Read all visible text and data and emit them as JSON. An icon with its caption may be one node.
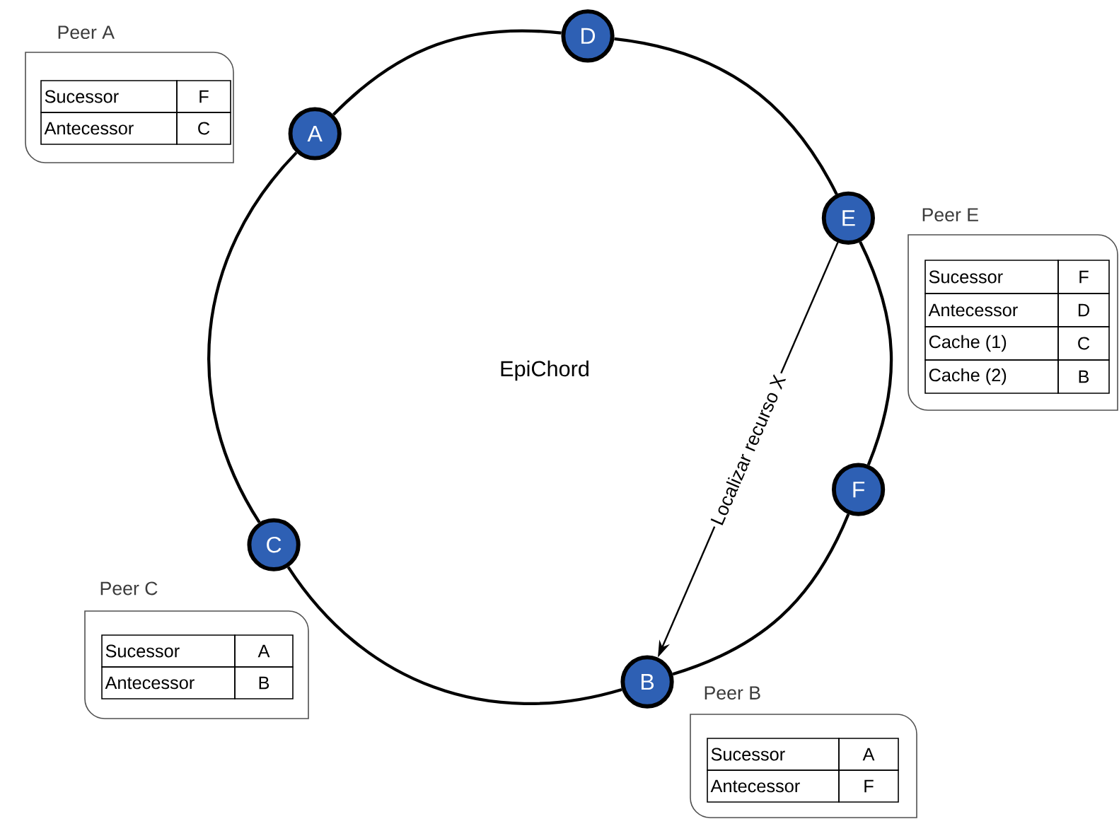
{
  "diagram": {
    "nodes": [
      {
        "text": [
          "Peer A",
          "Sucessor",
          "F",
          "Antecessor",
          "C"
        ]
      },
      {
        "text": [
          "D"
        ]
      },
      {
        "text": [
          "A"
        ]
      },
      {
        "text": [
          "E"
        ]
      },
      {
        "text": [
          "Peer E",
          "Sucessor",
          "F",
          "Antecessor",
          "D",
          "Cache (1)",
          "C",
          "Cache (2)",
          "B"
        ]
      },
      {
        "text": [
          "F"
        ]
      },
      {
        "text": [
          "C"
        ]
      },
      {
        "text": [
          "Peer C",
          "Sucessor",
          "A",
          "Antecessor",
          "B"
        ]
      },
      {
        "text": [
          "B"
        ]
      },
      {
        "text": [
          "Peer B",
          "Sucessor",
          "A",
          "Antecessor",
          "F"
        ]
      }
    ],
    "edges": [
      {
        "from": 2,
        "to": 1,
        "arrow": "none"
      },
      {
        "from": 1,
        "to": 3,
        "arrow": "none"
      },
      {
        "from": 3,
        "to": 5,
        "arrow": "none"
      },
      {
        "from": 5,
        "to": 8,
        "arrow": "none"
      },
      {
        "from": 8,
        "to": 6,
        "arrow": "none"
      },
      {
        "from": 6,
        "to": 2,
        "arrow": "none"
      },
      {
        "from": 3,
        "to": 8,
        "arrow": "to",
        "label": "Localizar recurso X"
      }
    ],
    "labels": [
      "EpiChord"
    ]
  }
}
